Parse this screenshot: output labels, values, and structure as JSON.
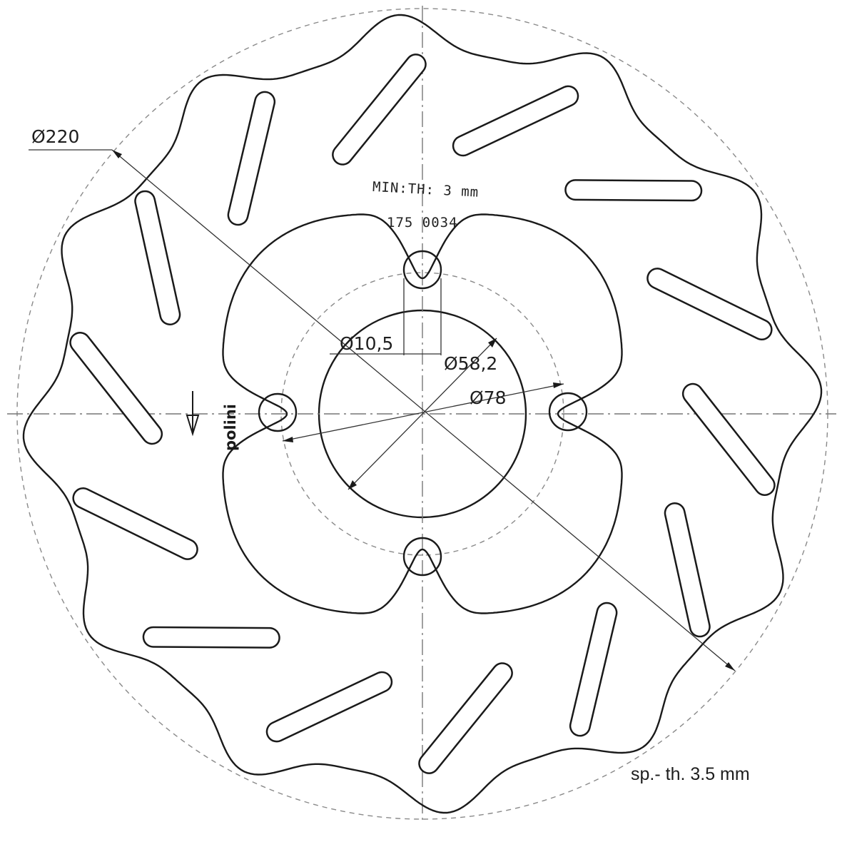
{
  "labels": {
    "outer_diameter": "Ø220",
    "min_thickness": "MIN:TH: 3 mm",
    "part_number": "175 0034",
    "hole_diameter": "Ø10,5",
    "bore_diameter": "Ø58,2",
    "pcd_diameter": "Ø78",
    "logo": "polini",
    "thickness": "sp.- th. 3.5 mm"
  },
  "colors": {
    "line": "#1a1a1a",
    "construction": "#8a8a8a",
    "background": "#ffffff"
  },
  "icons": {
    "arrow": "down-arrow-icon",
    "logo": "polini-logo"
  }
}
